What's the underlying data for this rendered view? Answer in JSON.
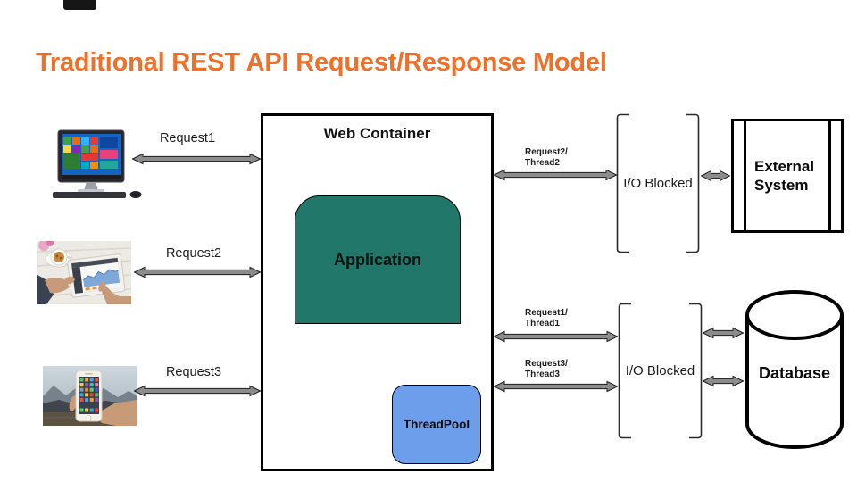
{
  "title": "Traditional REST API Request/Response Model",
  "clients": [
    {
      "device": "desktop-computer",
      "request_label": "Request1"
    },
    {
      "device": "tablet",
      "request_label": "Request2"
    },
    {
      "device": "smartphone",
      "request_label": "Request3"
    }
  ],
  "web_container": {
    "label": "Web Container",
    "application_label": "Application",
    "threadpool_label": "ThreadPool"
  },
  "thread_arrows": [
    {
      "line1": "Request2/",
      "line2": "Thread2"
    },
    {
      "line1": "Request1/",
      "line2": "Thread1"
    },
    {
      "line1": "Request3/",
      "line2": "Thread3"
    }
  ],
  "io_blocked": {
    "top_label": "I/O Blocked",
    "bottom_label": "I/O Blocked"
  },
  "external_system_label": "External System",
  "database_label": "Database",
  "colors": {
    "title": "#ED712B",
    "application_fill": "#21786A",
    "threadpool_fill": "#6D9EEB",
    "arrow_fill": "#8C8C8C"
  }
}
